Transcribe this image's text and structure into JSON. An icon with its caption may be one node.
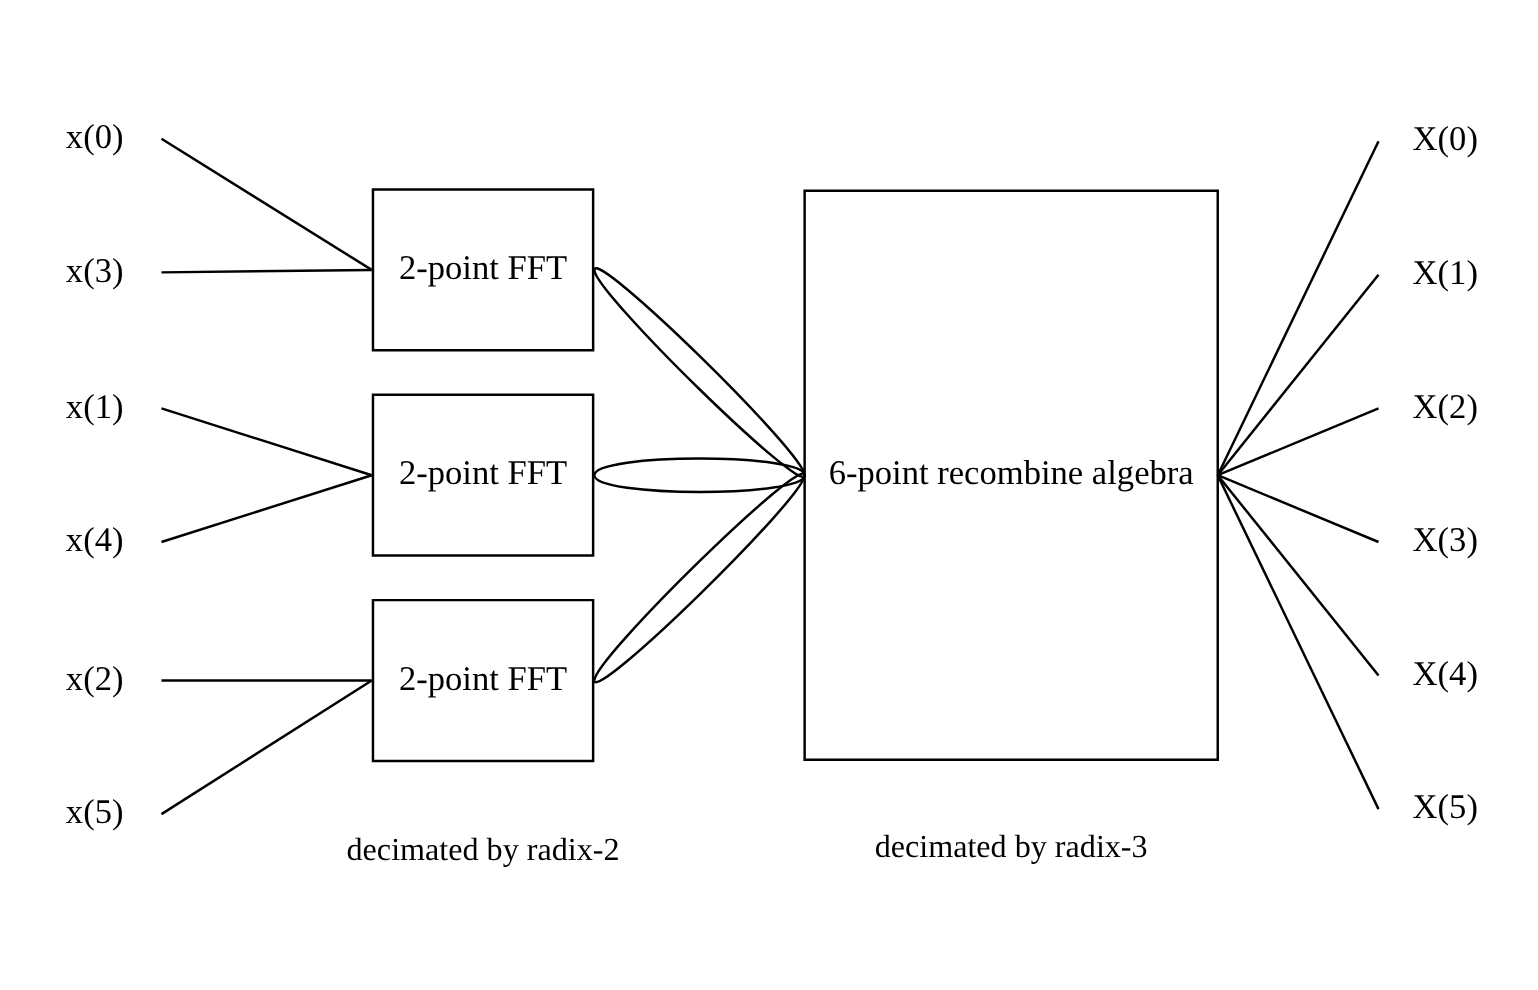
{
  "diagram": {
    "nodes": [
      {
        "text": [
          "x(0)"
        ]
      },
      {
        "text": [
          "x(3)"
        ]
      },
      {
        "text": [
          "x(1)"
        ]
      },
      {
        "text": [
          "x(4)"
        ]
      },
      {
        "text": [
          "x(2)"
        ]
      },
      {
        "text": [
          "x(5)"
        ]
      },
      {
        "text": [
          "2-point FFT"
        ]
      },
      {
        "text": [
          "2-point FFT"
        ]
      },
      {
        "text": [
          "2-point FFT"
        ]
      },
      {
        "text": [
          "6-point recombine algebra"
        ]
      },
      {
        "text": [
          "X(0)"
        ]
      },
      {
        "text": [
          "X(1)"
        ]
      },
      {
        "text": [
          "X(2)"
        ]
      },
      {
        "text": [
          "X(3)"
        ]
      },
      {
        "text": [
          "X(4)"
        ]
      },
      {
        "text": [
          "X(5)"
        ]
      }
    ],
    "edges": [
      {
        "from": 0,
        "to": 6,
        "arrow": "none"
      },
      {
        "from": 1,
        "to": 6,
        "arrow": "none"
      },
      {
        "from": 2,
        "to": 7,
        "arrow": "none"
      },
      {
        "from": 3,
        "to": 7,
        "arrow": "none"
      },
      {
        "from": 4,
        "to": 8,
        "arrow": "none"
      },
      {
        "from": 5,
        "to": 8,
        "arrow": "none"
      },
      {
        "from": 6,
        "to": 9,
        "arrow": "none"
      },
      {
        "from": 6,
        "to": 9,
        "arrow": "none"
      },
      {
        "from": 7,
        "to": 9,
        "arrow": "none"
      },
      {
        "from": 7,
        "to": 9,
        "arrow": "none"
      },
      {
        "from": 8,
        "to": 9,
        "arrow": "none"
      },
      {
        "from": 8,
        "to": 9,
        "arrow": "none"
      },
      {
        "from": 9,
        "to": 10,
        "arrow": "none"
      },
      {
        "from": 9,
        "to": 11,
        "arrow": "none"
      },
      {
        "from": 9,
        "to": 12,
        "arrow": "none"
      },
      {
        "from": 9,
        "to": 13,
        "arrow": "none"
      },
      {
        "from": 9,
        "to": 14,
        "arrow": "none"
      },
      {
        "from": 9,
        "to": 15,
        "arrow": "none"
      }
    ],
    "labels": [
      "decimated by radix-2",
      "decimated by radix-3"
    ]
  }
}
